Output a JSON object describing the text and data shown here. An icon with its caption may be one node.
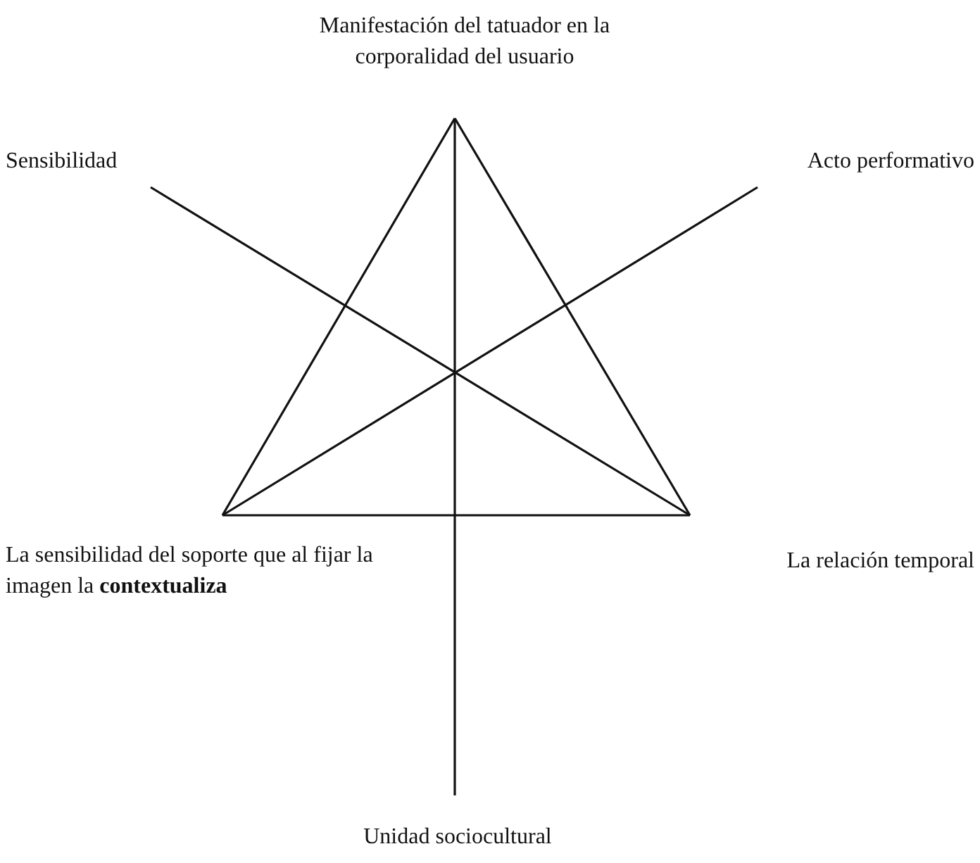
{
  "diagram": {
    "nodes": [
      {
        "text": [
          "Manifestación del tatuador en la corporalidad del usuario"
        ]
      },
      {
        "text": [
          "Sensibilidad"
        ]
      },
      {
        "text": [
          "Acto performativo"
        ]
      },
      {
        "text": [
          "La sensibilidad del soporte que al fijar la imagen la **contextualiza**"
        ]
      },
      {
        "text": [
          "La relación temporal"
        ]
      },
      {
        "text": [
          "Unidad sociocultural"
        ]
      }
    ],
    "edges": [
      {
        "from": 0,
        "to": 3,
        "arrow": "none"
      },
      {
        "from": 0,
        "to": 4,
        "arrow": "none"
      },
      {
        "from": 3,
        "to": 4,
        "arrow": "none"
      },
      {
        "from": 0,
        "to": 5,
        "arrow": "none"
      },
      {
        "from": 1,
        "to": 4,
        "arrow": "none"
      },
      {
        "from": 2,
        "to": 3,
        "arrow": "none"
      }
    ]
  }
}
